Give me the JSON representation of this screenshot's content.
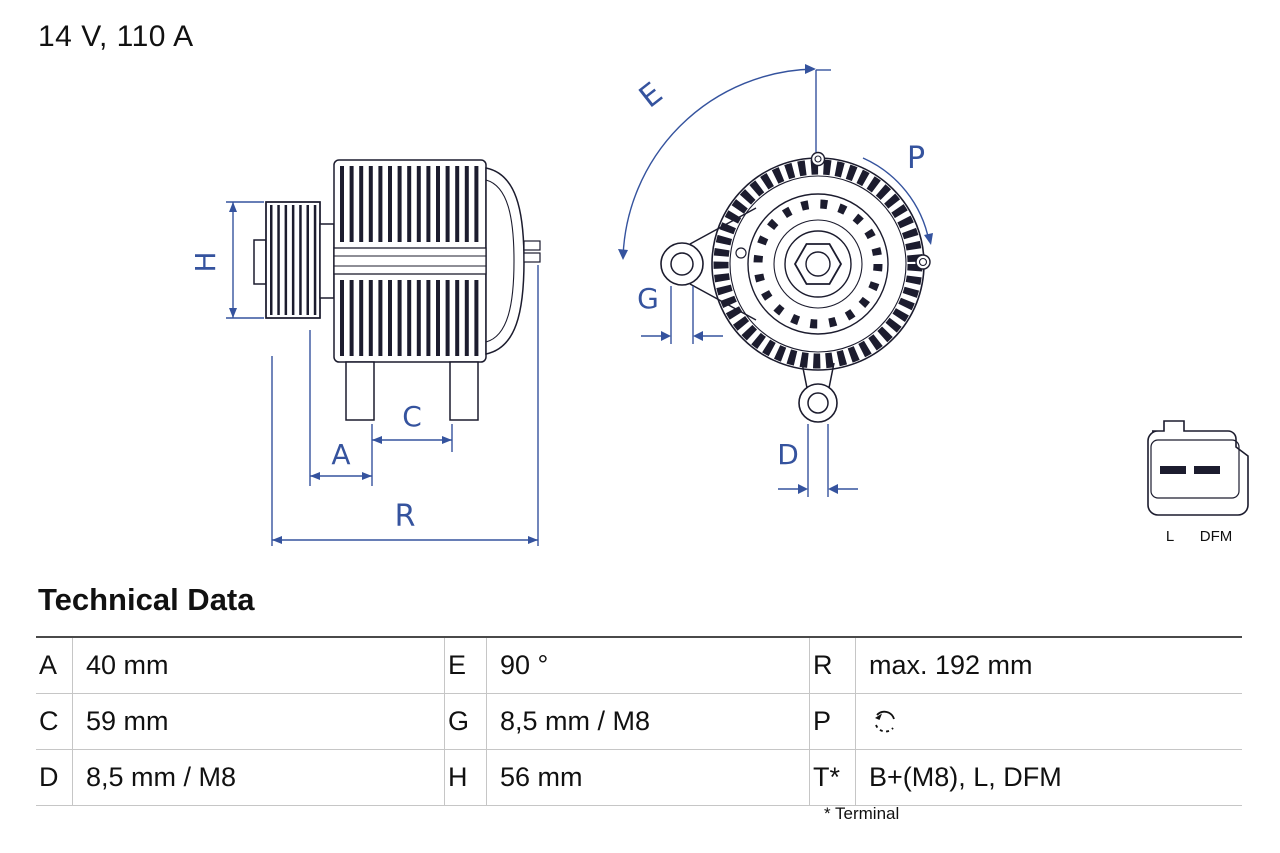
{
  "title": "14 V, 110 A",
  "diagram": {
    "dimension_labels": {
      "H": "H",
      "A": "A",
      "C": "C",
      "R": "R",
      "E": "E",
      "G": "G",
      "D": "D",
      "P": "P"
    },
    "connector": {
      "left_label": "L",
      "right_label": "DFM"
    },
    "colors": {
      "dimension_blue": "#35539E",
      "outline_dark": "#1C1C2E"
    }
  },
  "table": {
    "heading": "Technical Data",
    "rows": [
      {
        "cells": [
          {
            "k": "A",
            "v": "40 mm"
          },
          {
            "k": "E",
            "v": "90 °"
          },
          {
            "k": "R",
            "v": "max. 192 mm"
          }
        ]
      },
      {
        "cells": [
          {
            "k": "C",
            "v": "59 mm"
          },
          {
            "k": "G",
            "v": "8,5 mm / M8"
          },
          {
            "k": "P",
            "v": "",
            "icon": "rotation-direction-arrow"
          }
        ]
      },
      {
        "cells": [
          {
            "k": "D",
            "v": "8,5 mm / M8"
          },
          {
            "k": "H",
            "v": "56 mm"
          },
          {
            "k": "T*",
            "v": "B+(M8), L, DFM"
          }
        ]
      }
    ],
    "footnote": "* Terminal"
  }
}
